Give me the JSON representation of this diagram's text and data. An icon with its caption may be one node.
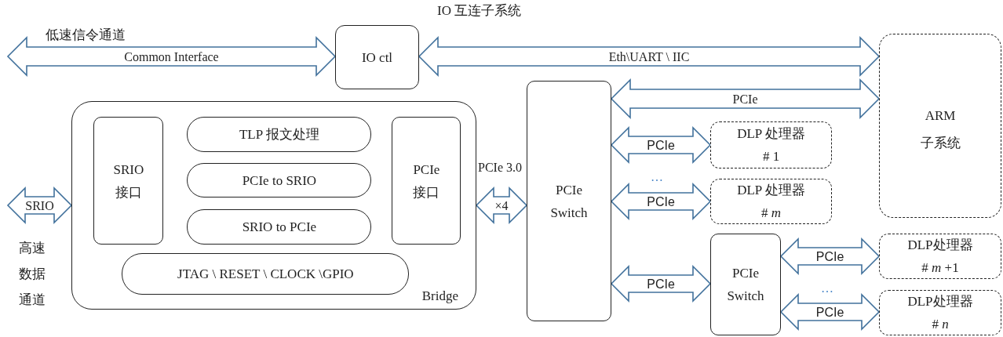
{
  "diagram": {
    "nodes": [
      {
        "text": [
          "IO ctl"
        ]
      },
      {
        "text": [
          "Bridge"
        ]
      },
      {
        "text": [
          "SRIO",
          "接口"
        ],
        "in": 1
      },
      {
        "text": [
          "TLP 报文处理"
        ],
        "in": 1
      },
      {
        "text": [
          "PCIe to SRIO"
        ],
        "in": 1
      },
      {
        "text": [
          "SRIO to PCIe"
        ],
        "in": 1
      },
      {
        "text": [
          "JTAG \\ RESET \\ CLOCK \\GPIO"
        ],
        "in": 1
      },
      {
        "text": [
          "PCIe",
          "接口"
        ],
        "in": 1
      },
      {
        "text": [
          "PCIe",
          "Switch"
        ]
      },
      {
        "text": [
          "ARM",
          "子系统"
        ]
      },
      {
        "text": [
          "DLP 处理器",
          "# 1"
        ]
      },
      {
        "text": [
          "DLP 处理器",
          "# *m*"
        ]
      },
      {
        "text": [
          "PCIe",
          "Switch"
        ]
      },
      {
        "text": [
          "DLP处理器",
          "# *m* +1"
        ]
      },
      {
        "text": [
          "DLP处理器",
          "# *n*"
        ]
      }
    ],
    "edges": [
      {
        "from": null,
        "to": 0,
        "arrow": "both",
        "label": "Common Interface"
      },
      {
        "from": 0,
        "to": 9,
        "arrow": "both",
        "label": "Eth\\UART \\ IIC"
      },
      {
        "from": null,
        "to": 1,
        "arrow": "both",
        "label": "SRIO"
      },
      {
        "from": 1,
        "to": 8,
        "arrow": "both",
        "label": "×4"
      },
      {
        "from": 8,
        "to": 9,
        "arrow": "both",
        "label": "PCIe"
      },
      {
        "from": 8,
        "to": 10,
        "arrow": "both",
        "label": "PCIe"
      },
      {
        "from": 8,
        "to": 11,
        "arrow": "both",
        "label": "PCIe"
      },
      {
        "from": 8,
        "to": 12,
        "arrow": "both",
        "label": "PCIe"
      },
      {
        "from": 12,
        "to": 13,
        "arrow": "both",
        "label": "PCIe"
      },
      {
        "from": 12,
        "to": 14,
        "arrow": "both",
        "label": "PCIe"
      }
    ],
    "labels": [
      "IO 互连子系统",
      "低速信令通道",
      "PCIe 3.0",
      "高速数据通道",
      "…",
      "…"
    ]
  }
}
